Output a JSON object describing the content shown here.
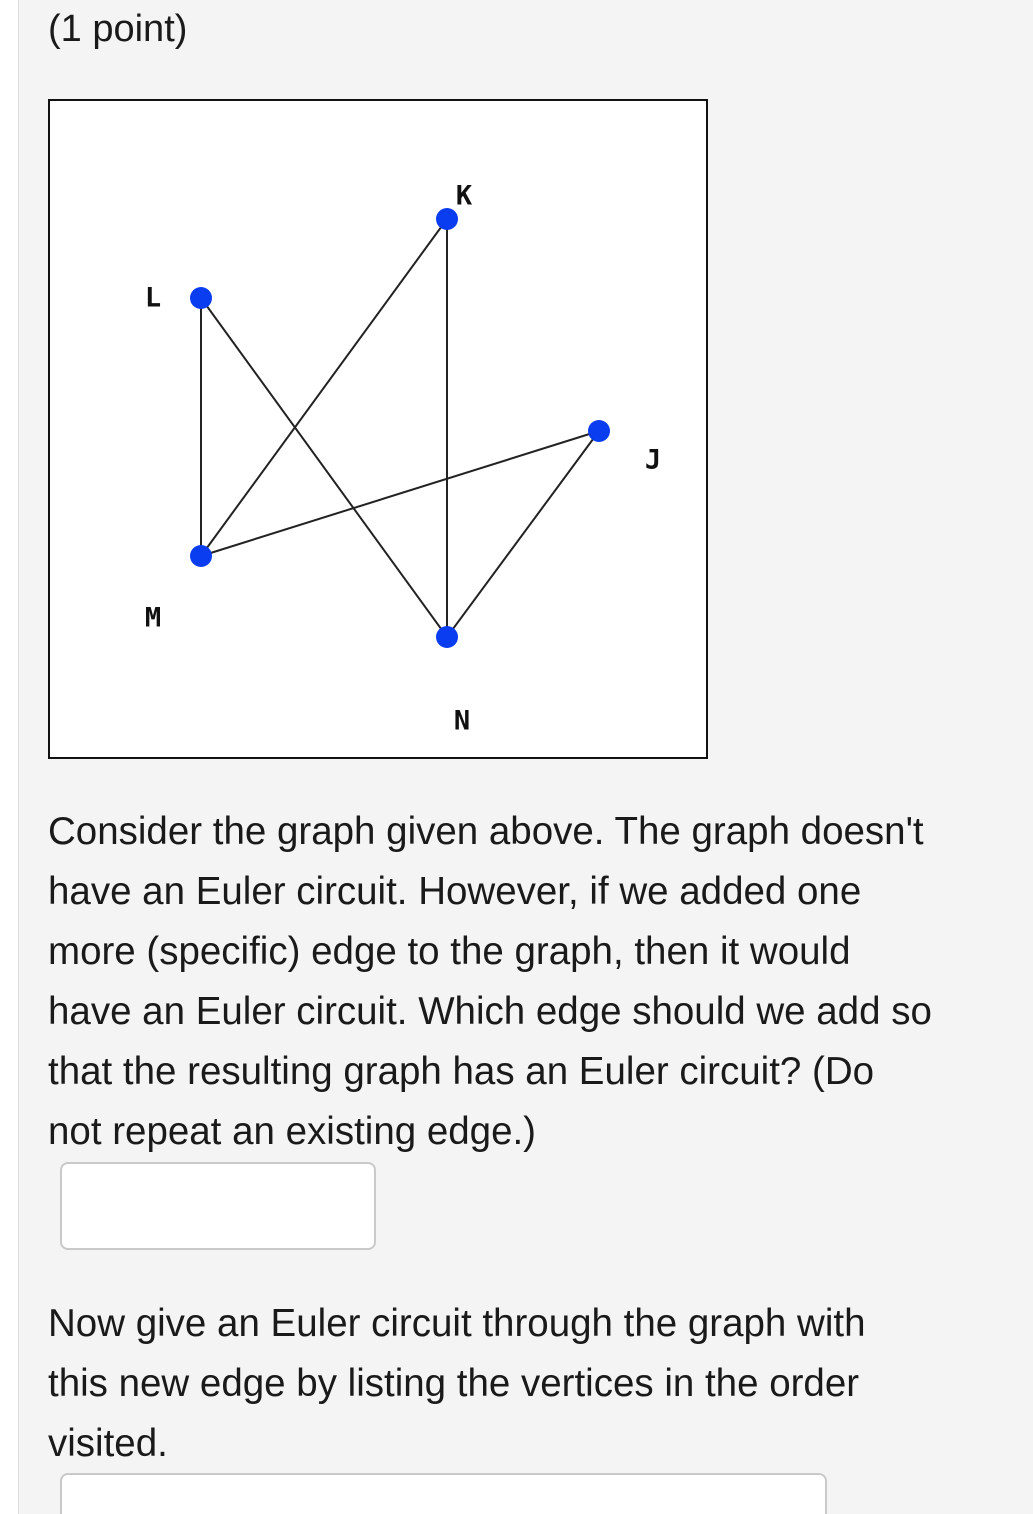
{
  "problem": {
    "points_label": "(1 point)"
  },
  "graph": {
    "vertices": [
      {
        "id": "K",
        "label": "K"
      },
      {
        "id": "L",
        "label": "L"
      },
      {
        "id": "J",
        "label": "J"
      },
      {
        "id": "M",
        "label": "M"
      },
      {
        "id": "N",
        "label": "N"
      }
    ],
    "edges": [
      [
        "L",
        "M"
      ],
      [
        "L",
        "N"
      ],
      [
        "M",
        "K"
      ],
      [
        "K",
        "N"
      ],
      [
        "M",
        "J"
      ],
      [
        "J",
        "N"
      ]
    ],
    "colors": {
      "vertex": "#0a3df0",
      "edge": "#222222",
      "label": "#111111"
    }
  },
  "question_1": {
    "lines": [
      "Consider the graph given above. The graph doesn't",
      "have an Euler circuit. However, if we added one",
      "more (specific) edge to the graph, then it would",
      "have an Euler circuit. Which edge should we add so",
      "that the resulting graph has an Euler circuit? (Do",
      "not repeat an existing edge.)"
    ],
    "answer_value": ""
  },
  "question_2": {
    "lines": [
      "Now give an Euler circuit through the graph with",
      "this new edge by listing the vertices in the order",
      "visited."
    ],
    "answer_value": ""
  }
}
